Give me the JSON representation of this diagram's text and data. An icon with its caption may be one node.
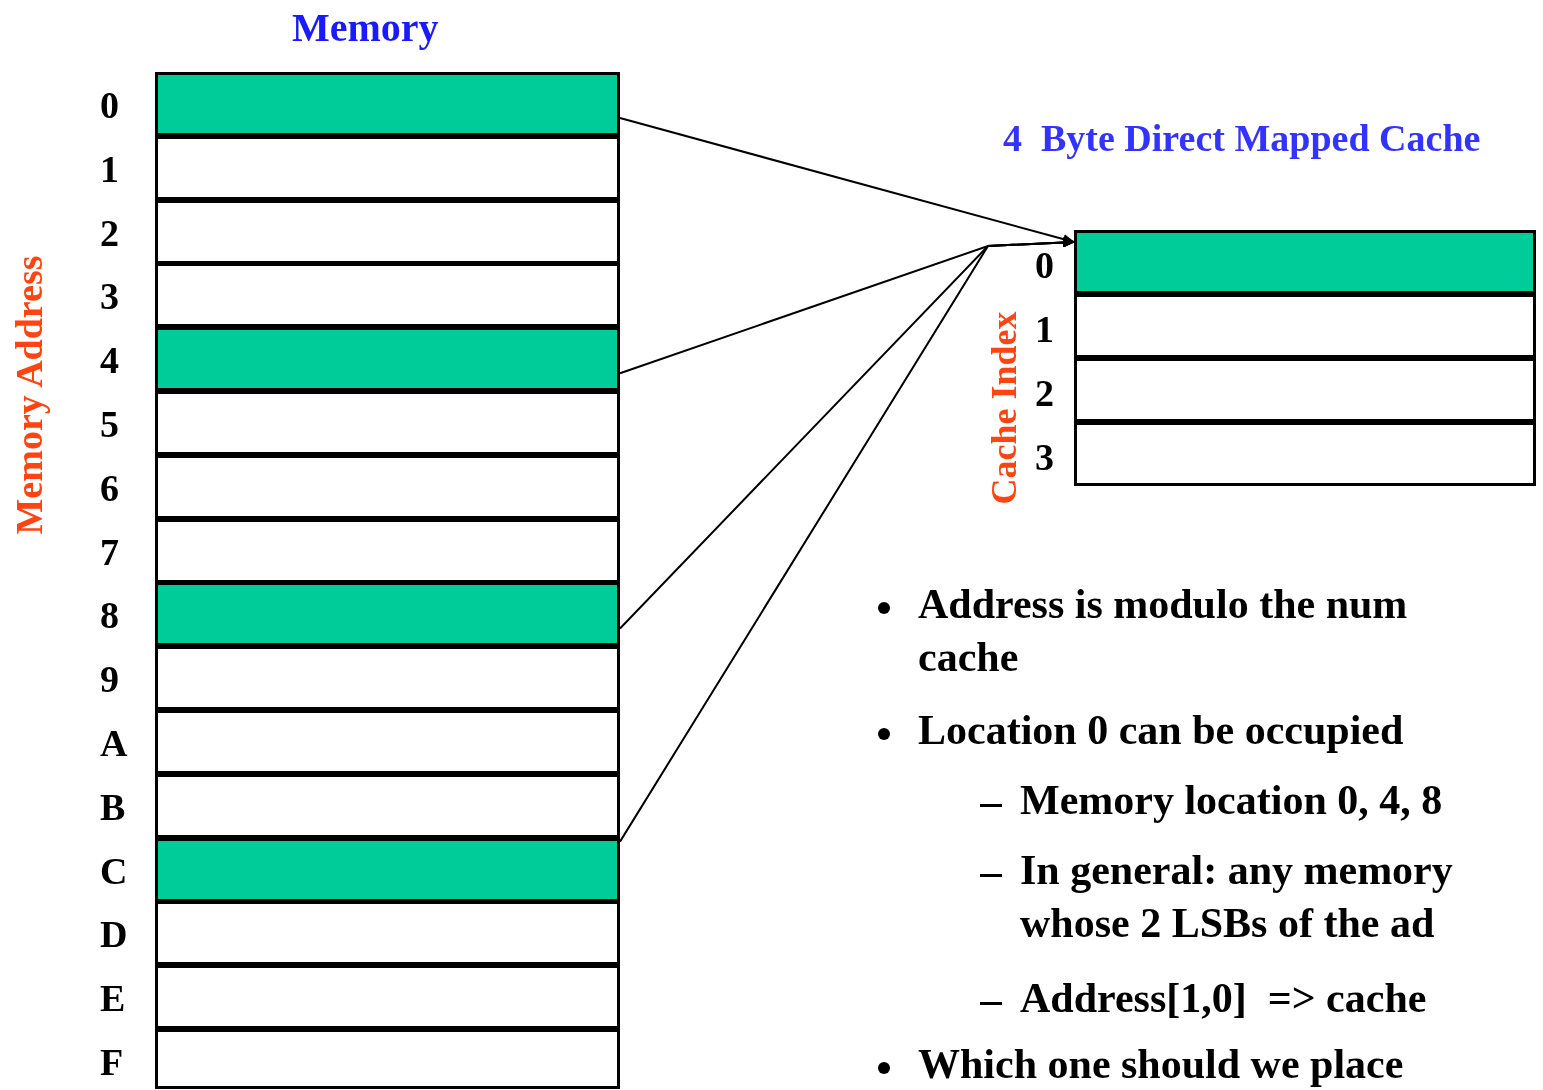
{
  "diagram": {
    "nodes": [
      {
        "text": [],
        "shape": "box",
        "beside": [
          "0"
        ]
      },
      {
        "text": [],
        "shape": "box",
        "beside": [
          "1"
        ]
      },
      {
        "text": [],
        "shape": "box",
        "beside": [
          "2"
        ]
      },
      {
        "text": [],
        "shape": "box",
        "beside": [
          "3"
        ]
      },
      {
        "text": [],
        "shape": "box",
        "beside": [
          "4"
        ]
      },
      {
        "text": [],
        "shape": "box",
        "beside": [
          "5"
        ]
      },
      {
        "text": [],
        "shape": "box",
        "beside": [
          "6"
        ]
      },
      {
        "text": [],
        "shape": "box",
        "beside": [
          "7"
        ]
      },
      {
        "text": [],
        "shape": "box",
        "beside": [
          "8"
        ]
      },
      {
        "text": [],
        "shape": "box",
        "beside": [
          "9"
        ]
      },
      {
        "text": [],
        "shape": "box",
        "beside": [
          "A"
        ]
      },
      {
        "text": [],
        "shape": "box",
        "beside": [
          "B"
        ]
      },
      {
        "text": [],
        "shape": "box",
        "beside": [
          "C"
        ]
      },
      {
        "text": [],
        "shape": "box",
        "beside": [
          "D"
        ]
      },
      {
        "text": [],
        "shape": "box",
        "beside": [
          "E"
        ]
      },
      {
        "text": [],
        "shape": "box",
        "beside": [
          "F"
        ]
      },
      {
        "text": [],
        "shape": "box",
        "beside": [
          "0"
        ]
      },
      {
        "text": [],
        "shape": "box",
        "beside": [
          "1"
        ]
      },
      {
        "text": [],
        "shape": "box",
        "beside": [
          "2"
        ]
      },
      {
        "text": [],
        "shape": "box",
        "beside": [
          "3"
        ]
      }
    ],
    "edges": [
      {
        "from": 0,
        "to": 16,
        "arrow": "to"
      },
      {
        "from": 4,
        "to": 16,
        "arrow": "to"
      },
      {
        "from": 8,
        "to": 16,
        "arrow": "to"
      },
      {
        "from": 12,
        "to": 16,
        "arrow": "to"
      }
    ],
    "labels": [
      "Memory",
      "4  Byte Direct Mapped Cache",
      "Memory Address",
      "Cache Index",
      "Address is modulo the num cache",
      "Location 0 can be occupied",
      "Memory location 0, 4, 8",
      "In general: any memory whose 2 LSBs of the ad",
      "Address[1,0]  => cache",
      "Which one should we place"
    ]
  }
}
